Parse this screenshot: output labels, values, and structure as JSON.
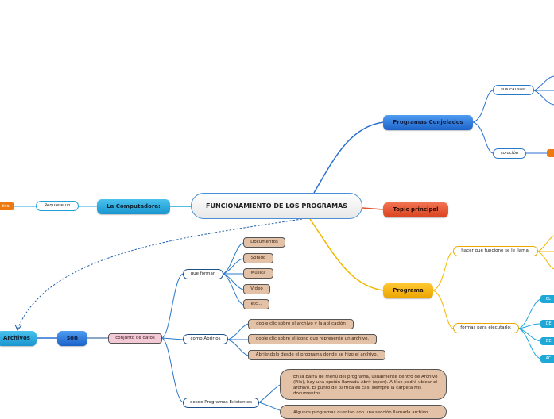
{
  "central": {
    "title": "FUNCIONAMIENTO DE LOS PROGRAMAS"
  },
  "branches": {
    "programas_conjelados": "Programas Conjelados",
    "sus_causas": "sus causas:",
    "solucion": "solución",
    "topic_principal": "Topic principal",
    "programa": "Programa",
    "hacer_que_funcione": "hacer que funcione se le llama:",
    "formas_para_ejecutarlo": "formas para ejecutarlo:",
    "la_computadora": "La Computadora:",
    "requiere_un": "Requiere un",
    "tivo_tag": "tivo",
    "archivos": "Archivos",
    "son": "son",
    "conjunto_de_datos": "conjunto de datos",
    "que_forman": "que forman",
    "como_abrirlos": "como Abrirlos",
    "desde_programas": "desde Programas Existentes"
  },
  "forman_items": [
    "Documentos",
    "Sonido",
    "Música",
    "Video",
    "etc..."
  ],
  "abrir_items": [
    "doble clic sobre el archivo y la aplicación",
    "doble clic sobre el icono que represente un archivo.",
    "Abriéndolo desde el programa donde se hizo el archivo."
  ],
  "desde_items": [
    "En la barra de menú del programa, usualmente dentro de Archivo (File), hay una opción llamada Abrir (open). Allí se podrá ubicar el archivo. El punto de partida es casi siempre la carpeta Mis documentos.",
    "Algunos programas cuentan con una sección llamada archivo"
  ],
  "right_tags": [
    "EL",
    "DE",
    "DE",
    "AC"
  ],
  "colors": {
    "blue": "#2a6fd0",
    "cyan": "#1ea8d8",
    "red": "#e25530",
    "orange": "#f2b600",
    "link_blue": "#1f5fa8"
  }
}
